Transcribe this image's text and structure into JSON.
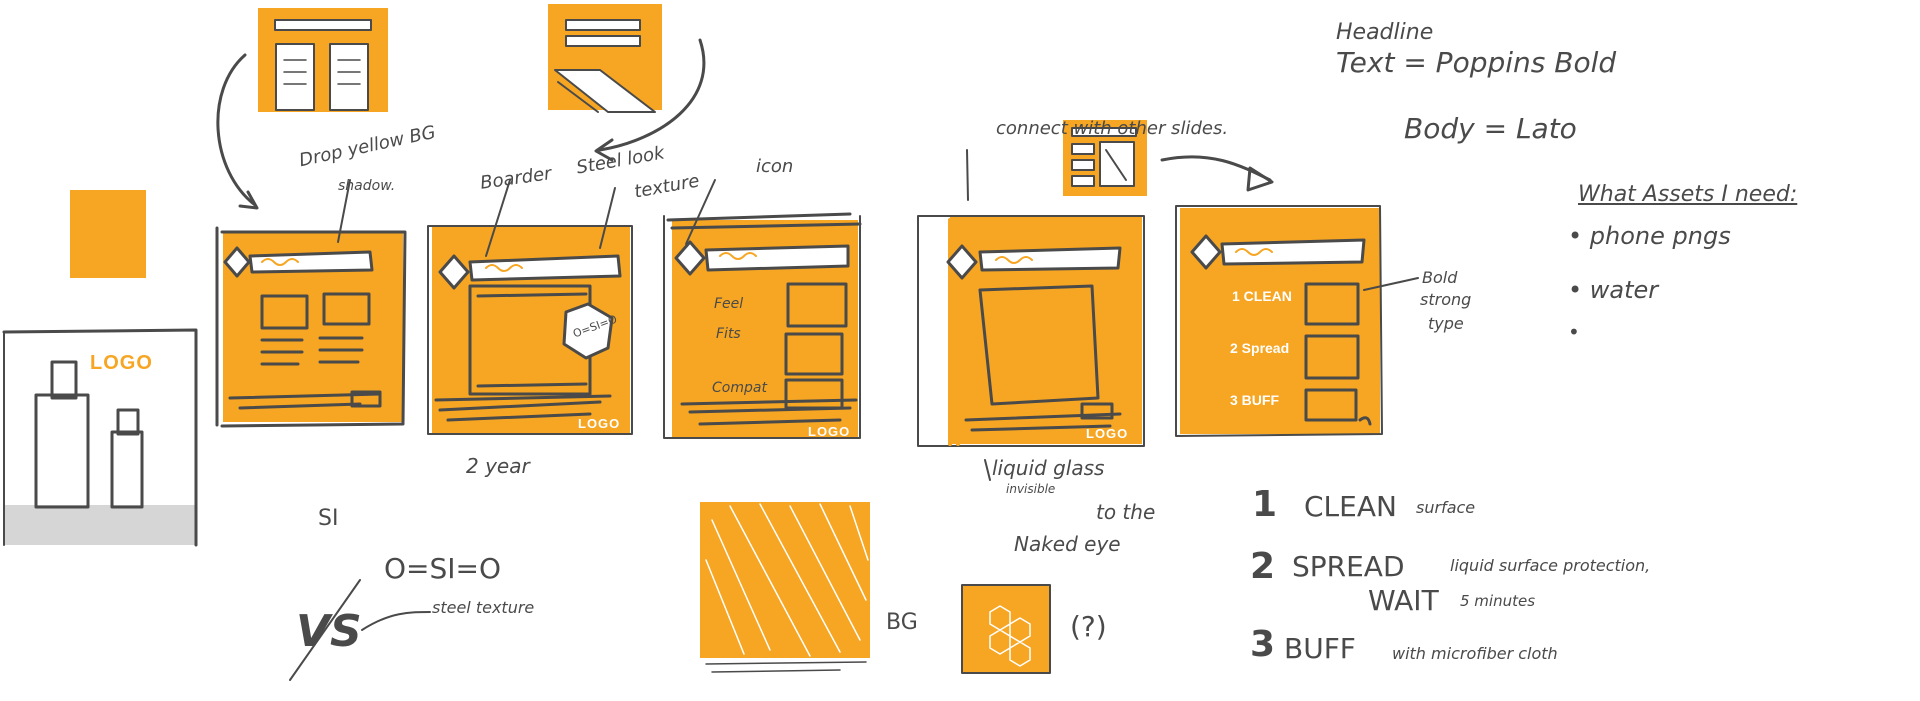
{
  "colors": {
    "orange": "#f6a623",
    "ink": "#4a4a4a",
    "gray": "#d6d6d6"
  },
  "notes": {
    "headline_1": "Headline",
    "headline_2": "Text = Poppins Bold",
    "body": "Body = Lato",
    "assets_title": "What Assets I need:",
    "asset_1": "• phone pngs",
    "asset_2": "• water",
    "asset_3": "•",
    "drop_1": "Drop yellow BG",
    "drop_2": "shadow.",
    "boarder": "Boarder",
    "steel_1": "Steel look",
    "steel_2": "texture",
    "icon": "icon",
    "connect": "connect with other slides.",
    "bold_1": "Bold",
    "bold_2": "strong",
    "bold_3": "type",
    "year": "2 year",
    "liquid_1": "liquid glass",
    "liquid_2": "invisible",
    "liquid_3": "to the",
    "liquid_4": "Naked eye",
    "si": "SI",
    "osio": "O=SI=O",
    "vs": "VS",
    "steel_texture": "steel texture",
    "bg": "BG",
    "question": "(?)"
  },
  "steps": {
    "s1_num": "1",
    "s1_main": "CLEAN",
    "s1_rest": "surface",
    "s2_num": "2",
    "s2_main": "SPREAD",
    "s2_rest": "liquid surface protection,",
    "s2_wait": "WAIT",
    "s2_wait_rest": "5 minutes",
    "s3_num": "3",
    "s3_main": "BUFF",
    "s3_rest": "with microfiber cloth"
  },
  "slides": {
    "logo_big": "LOGO",
    "logo_small": "LOGO",
    "feel": "Feel",
    "fits": "Fits",
    "compat": "Compat",
    "clean": "1 CLEAN",
    "spread": "2 Spread",
    "buff": "3 BUFF",
    "badge": "O=SI=O"
  }
}
